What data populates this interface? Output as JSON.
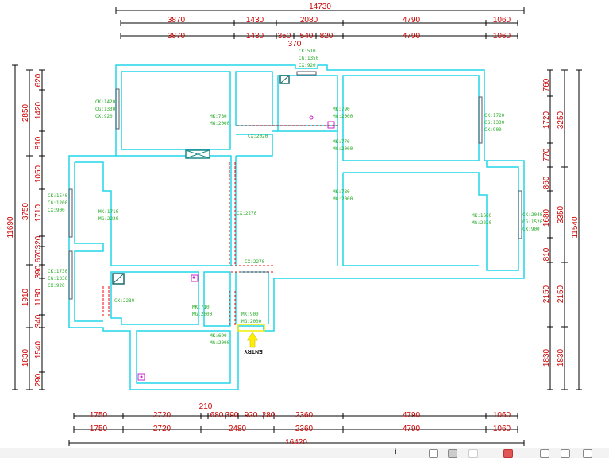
{
  "top_dims": {
    "overall": "14730",
    "row1": [
      "3870",
      "1430",
      "2080",
      "4790",
      "1060"
    ],
    "row2": [
      "3870",
      "1430",
      "350",
      "540",
      "820",
      "4790",
      "1060"
    ],
    "sub": "370"
  },
  "bottom_dims": {
    "row1": [
      "1750",
      "2720",
      "680",
      "390",
      "920",
      "280",
      "2360",
      "4790",
      "1060"
    ],
    "sub": "210",
    "row2": [
      "1750",
      "2720",
      "2480",
      "2360",
      "4790",
      "1060"
    ],
    "overall": "16420"
  },
  "left_dims": {
    "overall": "11690",
    "outer": [
      "2850",
      "3750",
      "1910",
      "1830"
    ],
    "inner": [
      "620",
      "1420",
      "810",
      "1050",
      "1710",
      "320",
      "670",
      "390",
      "1180",
      "340",
      "1540",
      "290"
    ]
  },
  "right_dims": {
    "overall": "11540",
    "outer": [
      "3250",
      "3350",
      "2150",
      "1830"
    ],
    "inner": [
      "760",
      "1720",
      "770",
      "860",
      "1680",
      "810",
      "2150",
      "1830"
    ]
  },
  "labels": {
    "win_top_center": [
      "CK:510",
      "CG:1350",
      "CX:920"
    ],
    "win_left_top": [
      "CK:1420",
      "CG:1330",
      "CX:920"
    ],
    "door_mk780": [
      "MK:780",
      "MG:2000"
    ],
    "cx2020": "CX:2020",
    "door_mk790": [
      "MK:790",
      "MG:2000"
    ],
    "door_mk770": [
      "MK:770",
      "MG:2000"
    ],
    "win_right_top": [
      "CK:1720",
      "CG:1330",
      "CX:900"
    ],
    "win_left_mid": [
      "CK:1540",
      "CG:1200",
      "CX:900"
    ],
    "door_mk1710": [
      "MK:1710",
      "MG:2220"
    ],
    "cx2270": "CX:2270",
    "door_mk780b": [
      "MK:780",
      "MG:2000"
    ],
    "door_mk1680": [
      "MK:1680",
      "MG:2220"
    ],
    "win_right_mid": [
      "CK:2040",
      "CG:1520",
      "CX:900"
    ],
    "win_left_low": [
      "CK:1730",
      "CG:1330",
      "CX:920"
    ],
    "cx2270b": "CX:2270",
    "cx2230": "CX:2230",
    "door_mk710": [
      "MK:710",
      "MG:2000"
    ],
    "door_mk690": [
      "MK:690",
      "MG:2000"
    ],
    "door_mk900": [
      "MK:900",
      "MG:2000"
    ],
    "entry": "ENTRY"
  },
  "colors": {
    "wall": "#22d6e8",
    "dimension": "#cc0000",
    "label": "#22aa22",
    "entry_arrow": "#ffee00"
  }
}
